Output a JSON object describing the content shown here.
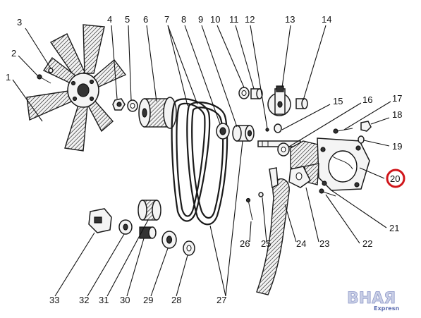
{
  "diagram": {
    "callouts": [
      {
        "id": "c1",
        "label": "1"
      },
      {
        "id": "c2",
        "label": "2"
      },
      {
        "id": "c3",
        "label": "3"
      },
      {
        "id": "c4",
        "label": "4"
      },
      {
        "id": "c5",
        "label": "5"
      },
      {
        "id": "c6",
        "label": "6"
      },
      {
        "id": "c7",
        "label": "7"
      },
      {
        "id": "c8",
        "label": "8"
      },
      {
        "id": "c9",
        "label": "9"
      },
      {
        "id": "c10",
        "label": "10"
      },
      {
        "id": "c11",
        "label": "11"
      },
      {
        "id": "c12",
        "label": "12"
      },
      {
        "id": "c13",
        "label": "13"
      },
      {
        "id": "c14",
        "label": "14"
      },
      {
        "id": "c15",
        "label": "15"
      },
      {
        "id": "c16",
        "label": "16"
      },
      {
        "id": "c17",
        "label": "17"
      },
      {
        "id": "c18",
        "label": "18"
      },
      {
        "id": "c19",
        "label": "19"
      },
      {
        "id": "c20",
        "label": "20"
      },
      {
        "id": "c21",
        "label": "21"
      },
      {
        "id": "c22",
        "label": "22"
      },
      {
        "id": "c23",
        "label": "23"
      },
      {
        "id": "c24",
        "label": "24"
      },
      {
        "id": "c25",
        "label": "25"
      },
      {
        "id": "c26",
        "label": "26"
      },
      {
        "id": "c27",
        "label": "27"
      },
      {
        "id": "c28",
        "label": "28"
      },
      {
        "id": "c29",
        "label": "29"
      },
      {
        "id": "c30",
        "label": "30"
      },
      {
        "id": "c31",
        "label": "31"
      },
      {
        "id": "c32",
        "label": "32"
      },
      {
        "id": "c33",
        "label": "33"
      }
    ],
    "highlighted_callout": "20",
    "highlight_color": "#d0161b"
  },
  "watermark": {
    "main": "ВНАЯ",
    "sub": "Expresn",
    "color": "#5a6bb0"
  }
}
